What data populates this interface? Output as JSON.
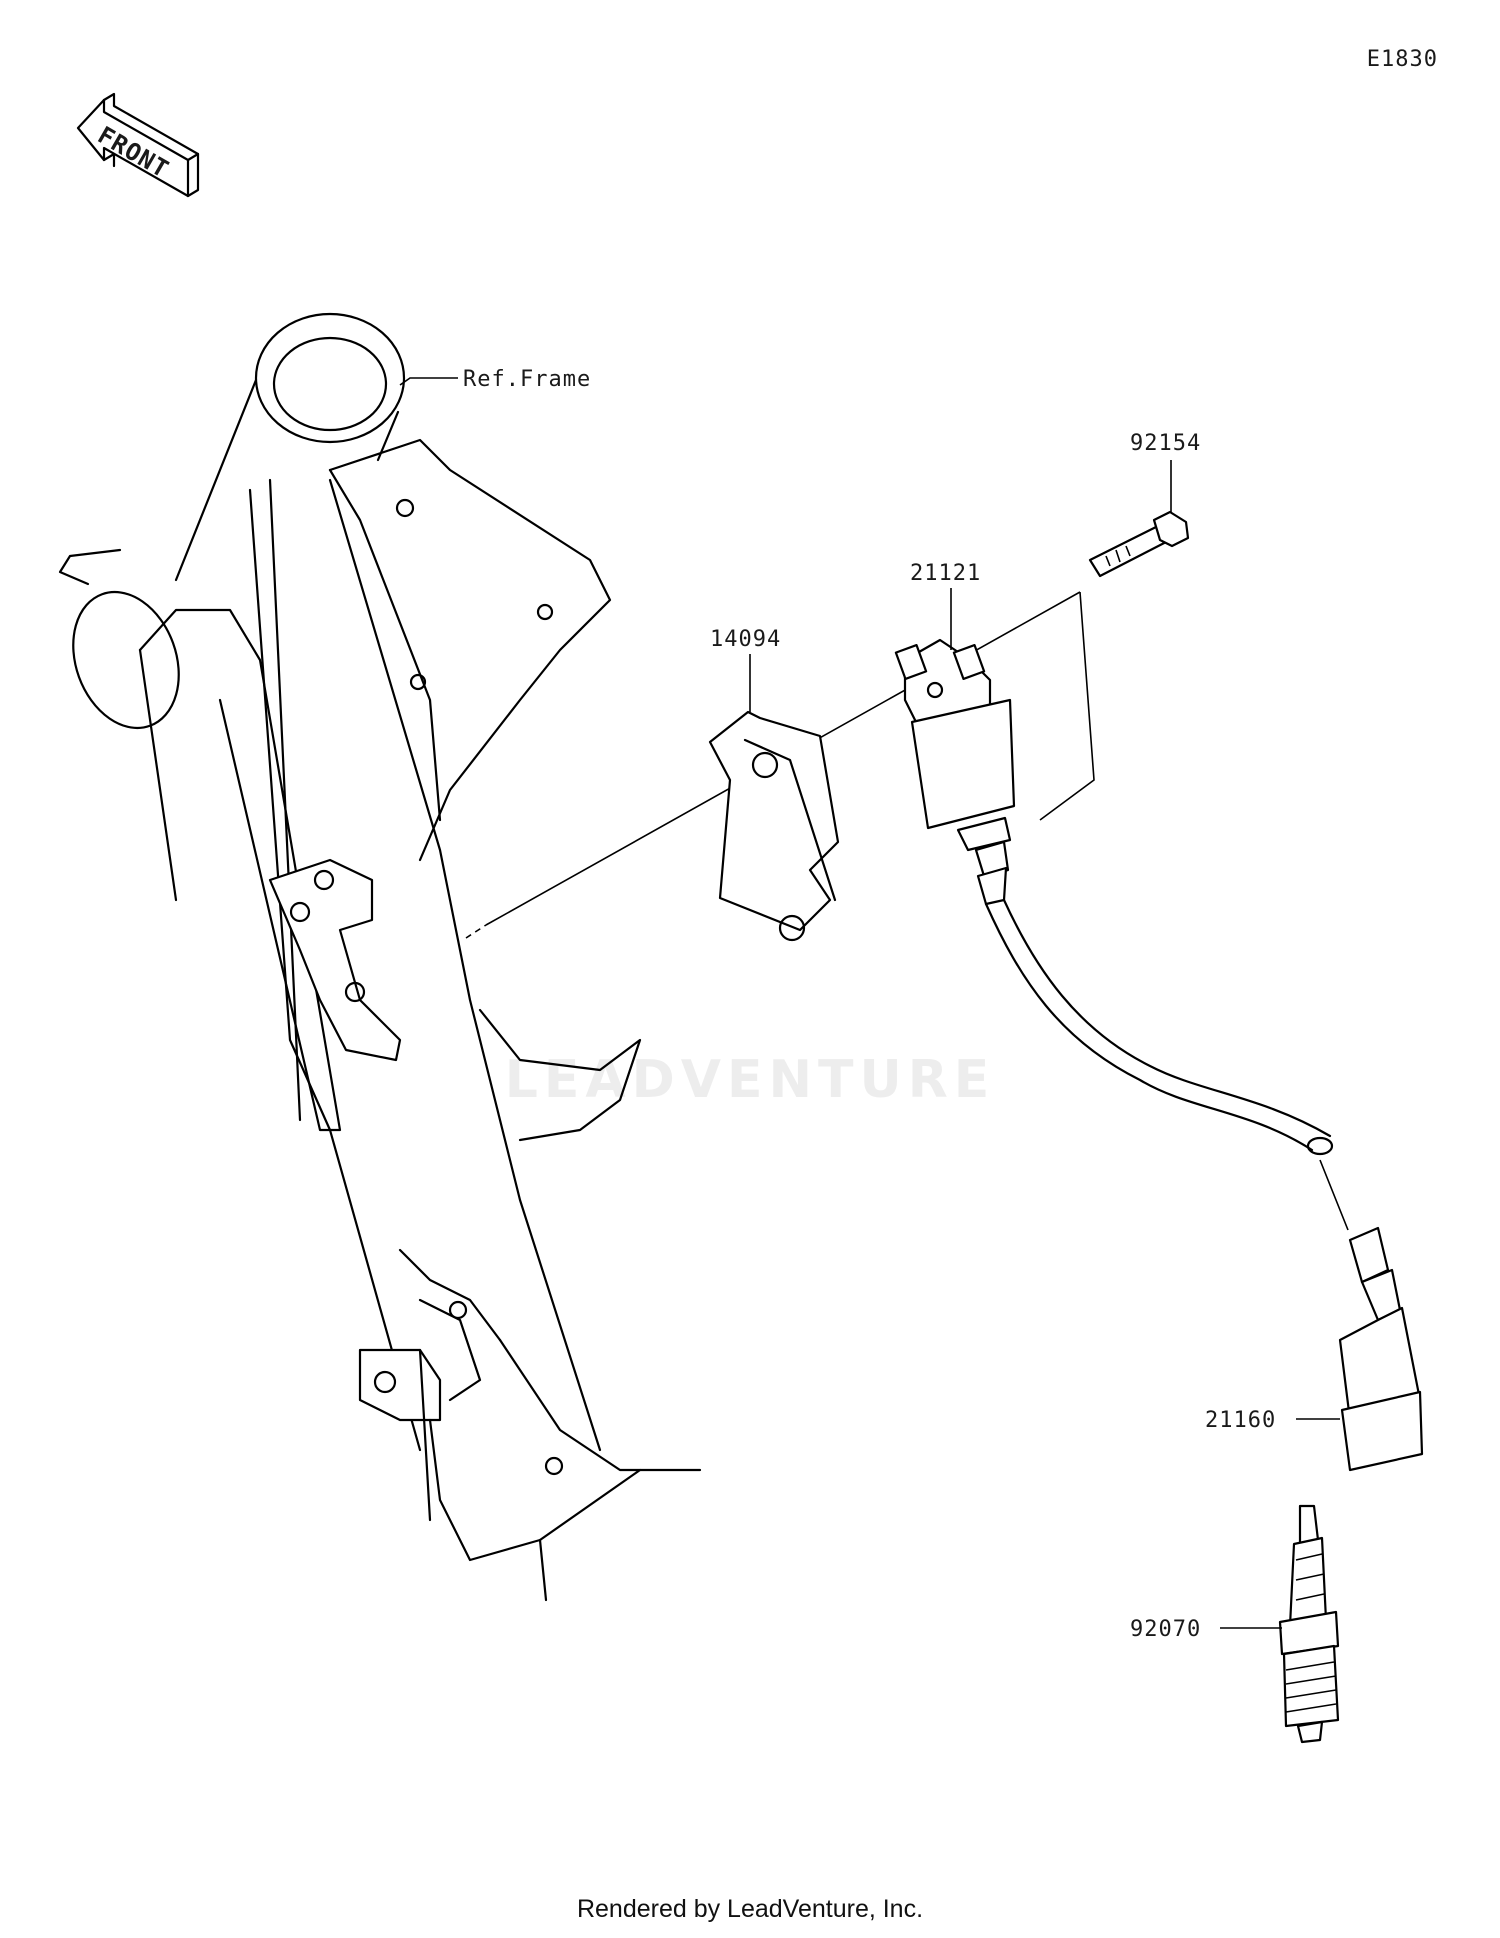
{
  "diagram": {
    "ref_code": "E1830",
    "front_label": "FRONT",
    "footer": "Rendered by LeadVenture, Inc.",
    "watermark": "LEADVENTURE",
    "callouts": {
      "frame": "Ref.Frame",
      "bolt": "92154",
      "ignition_coil": "21121",
      "bracket": "14094",
      "plug_cap": "21160",
      "spark_plug": "92070"
    }
  }
}
